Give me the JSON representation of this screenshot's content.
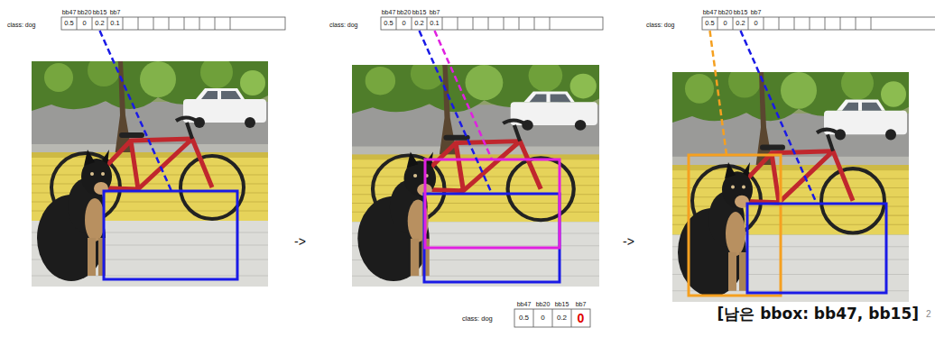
{
  "diagram": {
    "caption": "[남은 bbox: bb47, bb15]",
    "labels": [
      "class: dog",
      "bb47",
      "bb20",
      "bb15",
      "bb7",
      "0.5",
      "0",
      "0.2",
      "0.1",
      "->",
      "class: dog",
      "bb47",
      "bb20",
      "bb15",
      "bb7",
      "0.5",
      "0",
      "0.2",
      "0.1",
      "->",
      "class: dog",
      "bb47",
      "bb20",
      "bb15",
      "bb7",
      "0.5",
      "0",
      "0.2",
      "0",
      "bb47",
      "bb20",
      "bb15",
      "bb7",
      "class: dog",
      "0.5",
      "0",
      "0.2",
      "0",
      "2"
    ]
  }
}
